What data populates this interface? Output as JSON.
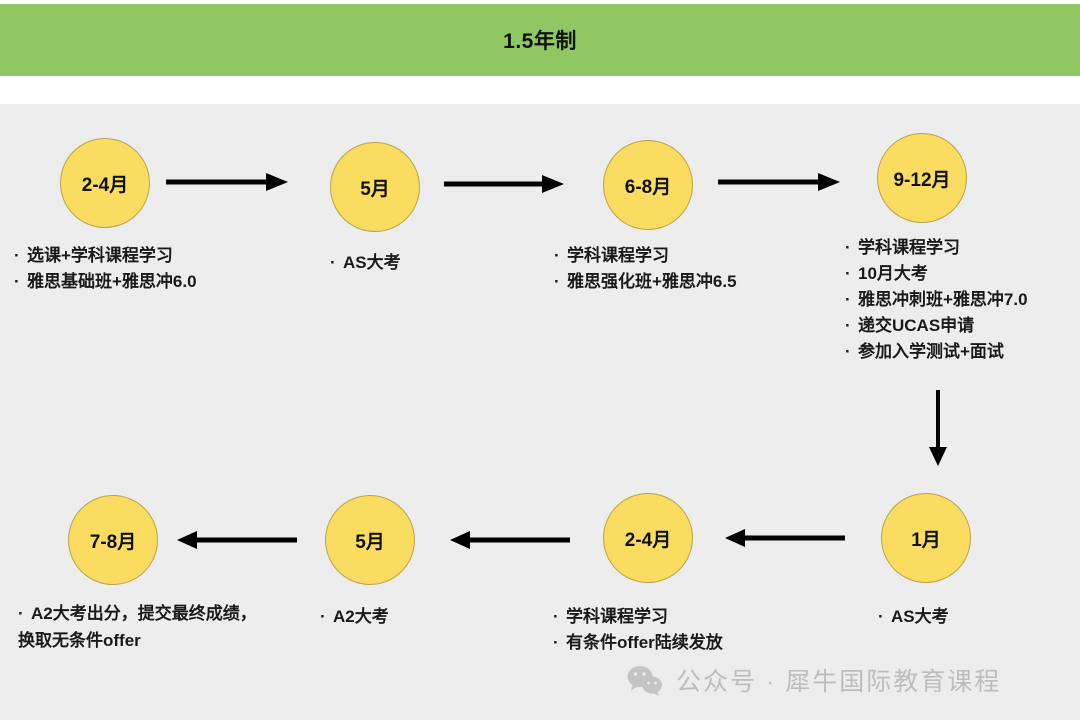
{
  "header": {
    "title": "1.5年制",
    "banner_color": "#8FC862"
  },
  "board": {
    "background_color": "#EDEDED",
    "node_color": "#F9DC60"
  },
  "nodes": [
    {
      "id": "r1n1",
      "label": "2-4月",
      "bullets": [
        "选课+学科课程学习",
        "雅思基础班+雅思冲6.0"
      ]
    },
    {
      "id": "r1n2",
      "label": "5月",
      "bullets": [
        "AS大考"
      ]
    },
    {
      "id": "r1n3",
      "label": "6-8月",
      "bullets": [
        "学科课程学习",
        "雅思强化班+雅思冲6.5"
      ]
    },
    {
      "id": "r1n4",
      "label": "9-12月",
      "bullets": [
        "学科课程学习",
        "10月大考",
        "雅思冲刺班+雅思冲7.0",
        "递交UCAS申请",
        "参加入学测试+面试"
      ]
    },
    {
      "id": "r2n1",
      "label": "7-8月",
      "bullets": [
        "A2大考出分，提交最终成绩，换取无条件offer"
      ]
    },
    {
      "id": "r2n2",
      "label": "5月",
      "bullets": [
        "A2大考"
      ]
    },
    {
      "id": "r2n3",
      "label": "2-4月",
      "bullets": [
        "学科课程学习",
        "有条件offer陆续发放"
      ]
    },
    {
      "id": "r2n4",
      "label": "1月",
      "bullets": [
        "AS大考"
      ]
    }
  ],
  "arrows": [
    {
      "id": "a1",
      "direction": "right",
      "icon": "arrow-right-icon"
    },
    {
      "id": "a2",
      "direction": "right",
      "icon": "arrow-right-icon"
    },
    {
      "id": "a3",
      "direction": "right",
      "icon": "arrow-right-icon"
    },
    {
      "id": "a4",
      "direction": "down",
      "icon": "arrow-down-icon"
    },
    {
      "id": "a5",
      "direction": "left",
      "icon": "arrow-left-icon"
    },
    {
      "id": "a6",
      "direction": "left",
      "icon": "arrow-left-icon"
    },
    {
      "id": "a7",
      "direction": "left",
      "icon": "arrow-left-icon"
    }
  ],
  "watermark": {
    "icon": "wechat-icon",
    "text": "公众号 · 犀牛国际教育课程",
    "color": "#BDBDBD"
  }
}
